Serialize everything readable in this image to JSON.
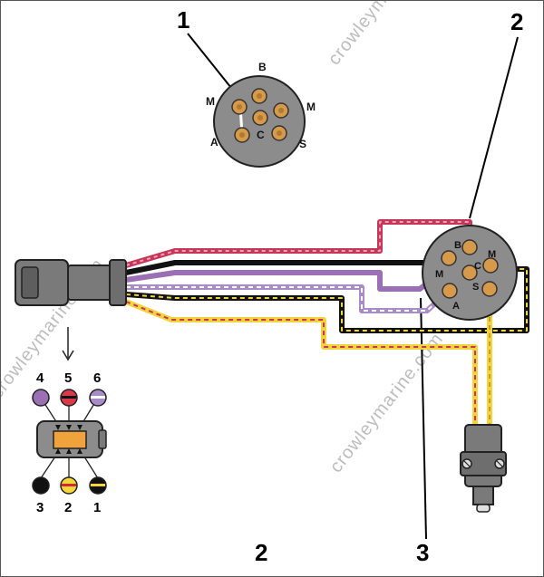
{
  "callouts": {
    "top_left": "1",
    "top_right": "2",
    "bottom_center": "2",
    "bottom_right": "3"
  },
  "face_view_pins": {
    "b": "B",
    "m_left": "M",
    "m_right": "M",
    "c": "C",
    "a": "A",
    "s": "S"
  },
  "switch_pins": {
    "b": "B",
    "m_left": "M",
    "m_right": "M",
    "c": "C",
    "a": "A",
    "s": "S"
  },
  "connector_pins": {
    "top": [
      {
        "number": "4",
        "color": "#9a6fb3",
        "stripe": ""
      },
      {
        "number": "5",
        "color": "#d9394a",
        "stripe": ""
      },
      {
        "number": "6",
        "color": "#a98bc8",
        "stripe": "#ffffff"
      }
    ],
    "bottom": [
      {
        "number": "3",
        "color": "#111111",
        "stripe": ""
      },
      {
        "number": "2",
        "color": "#f5d73a",
        "stripe": "#d0293a"
      },
      {
        "number": "1",
        "color": "#111111",
        "stripe": "#f5d73a"
      }
    ]
  },
  "watermark": "crowleymarine.com",
  "colors": {
    "red_wire": "#c8355a",
    "black_wire": "#111111",
    "purple_wire": "#9a6fb3",
    "yellow_wire": "#f3d43c",
    "switch_face": "#8c8c8c",
    "pin": "#d79a4a",
    "connector_body": "#7a7a7a"
  }
}
